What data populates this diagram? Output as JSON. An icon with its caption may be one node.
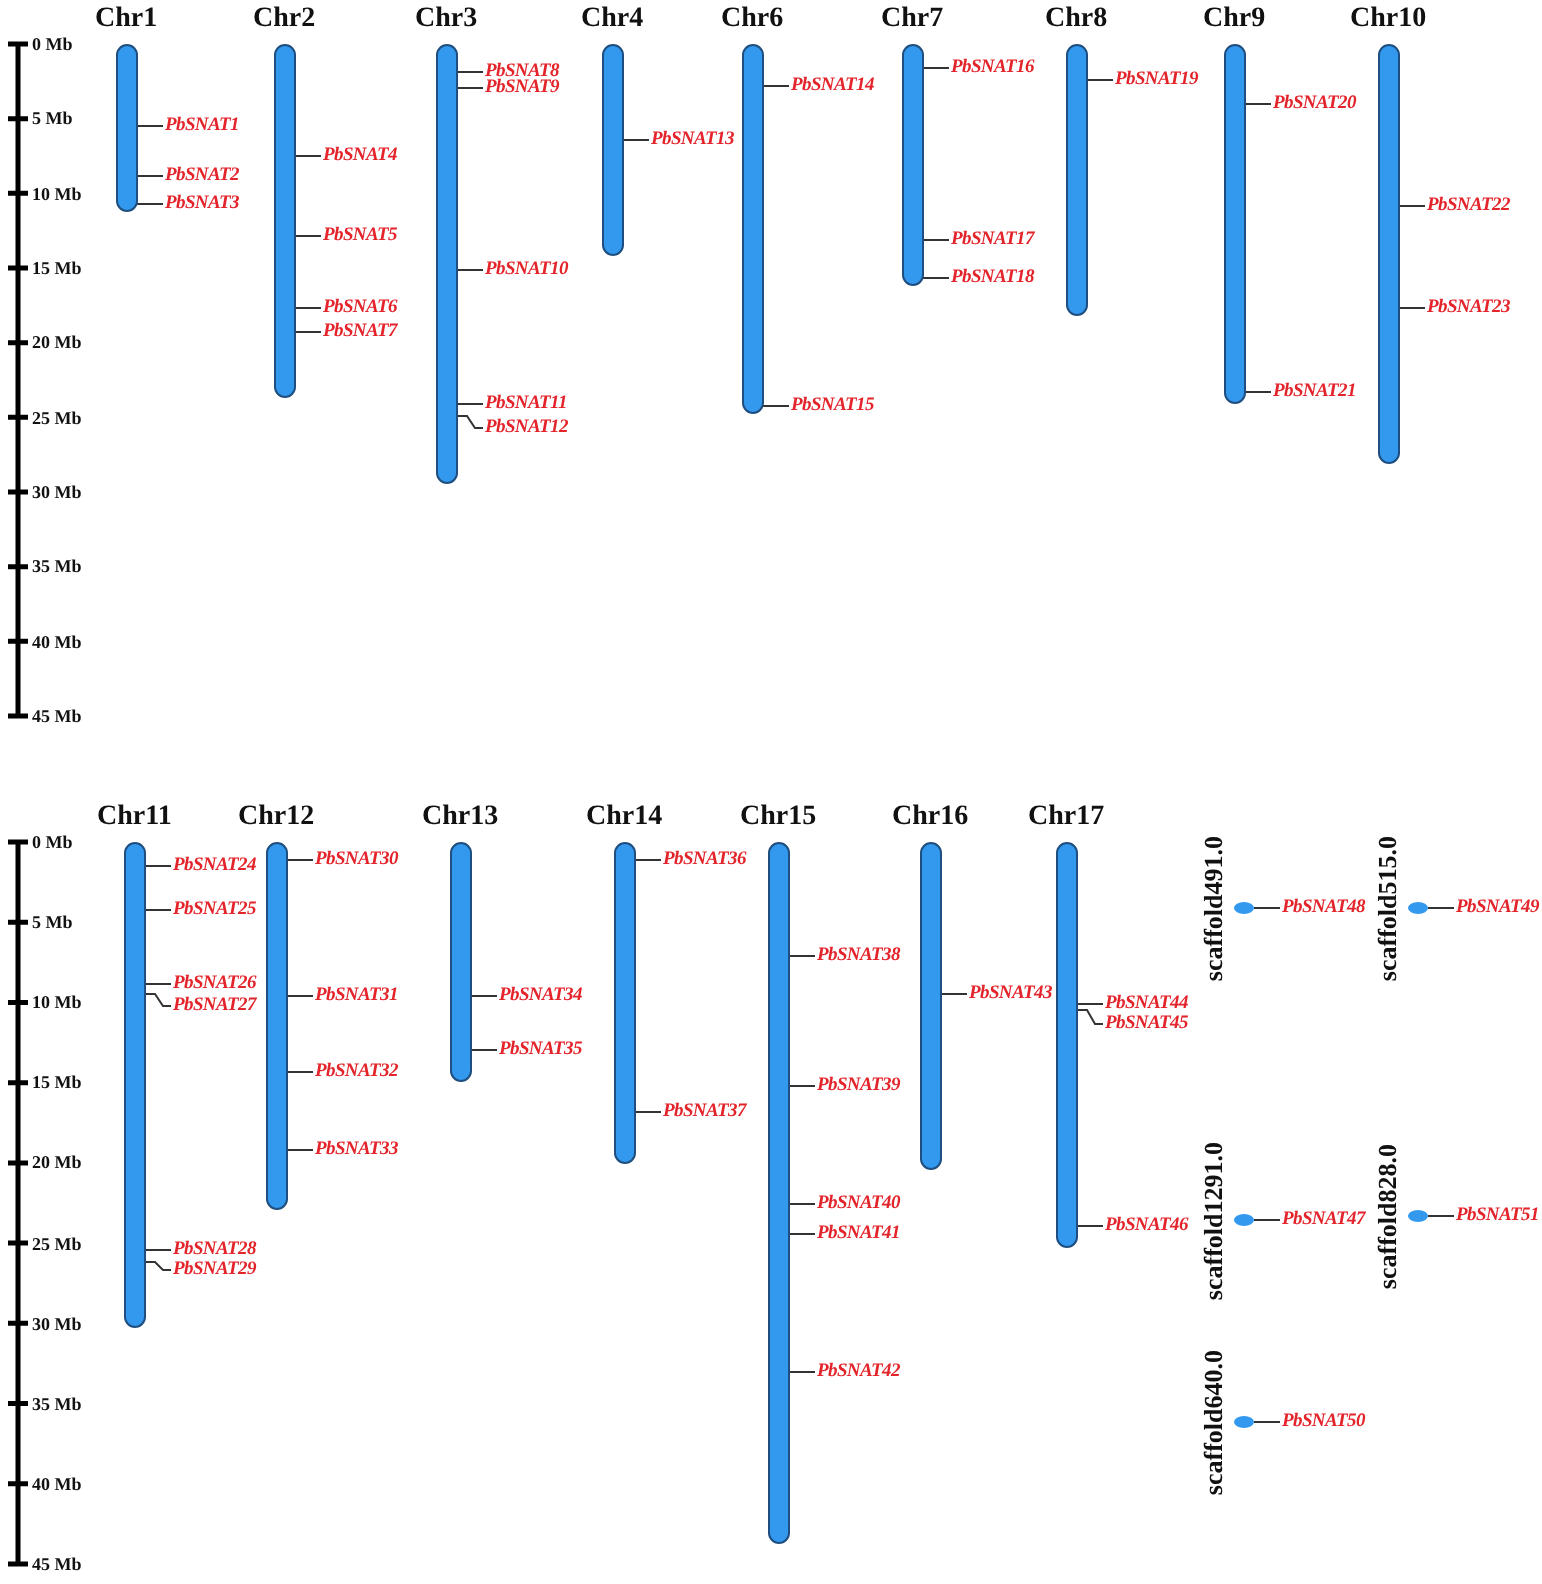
{
  "diagram": {
    "nodes": [
      {
        "text": [
          "Chr1"
        ]
      },
      {
        "text": [
          "PbSNAT1"
        ]
      },
      {
        "text": [
          "PbSNAT2"
        ]
      },
      {
        "text": [
          "PbSNAT3"
        ]
      },
      {
        "text": [
          "Chr2"
        ]
      },
      {
        "text": [
          "PbSNAT4"
        ]
      },
      {
        "text": [
          "PbSNAT5"
        ]
      },
      {
        "text": [
          "PbSNAT6"
        ]
      },
      {
        "text": [
          "PbSNAT7"
        ]
      },
      {
        "text": [
          "Chr3"
        ]
      },
      {
        "text": [
          "PbSNAT8"
        ]
      },
      {
        "text": [
          "PbSNAT9"
        ]
      },
      {
        "text": [
          "PbSNAT10"
        ]
      },
      {
        "text": [
          "PbSNAT11"
        ]
      },
      {
        "text": [
          "PbSNAT12"
        ]
      },
      {
        "text": [
          "Chr4"
        ]
      },
      {
        "text": [
          "PbSNAT13"
        ]
      },
      {
        "text": [
          "Chr6"
        ]
      },
      {
        "text": [
          "PbSNAT14"
        ]
      },
      {
        "text": [
          "PbSNAT15"
        ]
      },
      {
        "text": [
          "Chr7"
        ]
      },
      {
        "text": [
          "PbSNAT16"
        ]
      },
      {
        "text": [
          "PbSNAT17"
        ]
      },
      {
        "text": [
          "PbSNAT18"
        ]
      },
      {
        "text": [
          "Chr8"
        ]
      },
      {
        "text": [
          "PbSNAT19"
        ]
      },
      {
        "text": [
          "Chr9"
        ]
      },
      {
        "text": [
          "PbSNAT20"
        ]
      },
      {
        "text": [
          "PbSNAT21"
        ]
      },
      {
        "text": [
          "Chr10"
        ]
      },
      {
        "text": [
          "PbSNAT22"
        ]
      },
      {
        "text": [
          "PbSNAT23"
        ]
      },
      {
        "text": [
          "Chr11"
        ]
      },
      {
        "text": [
          "PbSNAT24"
        ]
      },
      {
        "text": [
          "PbSNAT25"
        ]
      },
      {
        "text": [
          "PbSNAT26"
        ]
      },
      {
        "text": [
          "PbSNAT27"
        ]
      },
      {
        "text": [
          "PbSNAT28"
        ]
      },
      {
        "text": [
          "PbSNAT29"
        ]
      },
      {
        "text": [
          "Chr12"
        ]
      },
      {
        "text": [
          "PbSNAT30"
        ]
      },
      {
        "text": [
          "PbSNAT31"
        ]
      },
      {
        "text": [
          "PbSNAT32"
        ]
      },
      {
        "text": [
          "PbSNAT33"
        ]
      },
      {
        "text": [
          "Chr13"
        ]
      },
      {
        "text": [
          "PbSNAT34"
        ]
      },
      {
        "text": [
          "PbSNAT35"
        ]
      },
      {
        "text": [
          "Chr14"
        ]
      },
      {
        "text": [
          "PbSNAT36"
        ]
      },
      {
        "text": [
          "PbSNAT37"
        ]
      },
      {
        "text": [
          "Chr15"
        ]
      },
      {
        "text": [
          "PbSNAT38"
        ]
      },
      {
        "text": [
          "PbSNAT39"
        ]
      },
      {
        "text": [
          "PbSNAT40"
        ]
      },
      {
        "text": [
          "PbSNAT41"
        ]
      },
      {
        "text": [
          "PbSNAT42"
        ]
      },
      {
        "text": [
          "Chr16"
        ]
      },
      {
        "text": [
          "PbSNAT43"
        ]
      },
      {
        "text": [
          "Chr17"
        ]
      },
      {
        "text": [
          "PbSNAT44"
        ]
      },
      {
        "text": [
          "PbSNAT45"
        ]
      },
      {
        "text": [
          "PbSNAT46"
        ]
      },
      {
        "text": [
          "scaffold491.0"
        ]
      },
      {
        "text": [
          "PbSNAT48"
        ]
      },
      {
        "text": [
          "scaffold515.0"
        ]
      },
      {
        "text": [
          "PbSNAT49"
        ]
      },
      {
        "text": [
          "scaffold1291.0"
        ]
      },
      {
        "text": [
          "PbSNAT47"
        ]
      },
      {
        "text": [
          "scaffold828.0"
        ]
      },
      {
        "text": [
          "PbSNAT51"
        ]
      },
      {
        "text": [
          "scaffold640.0"
        ]
      },
      {
        "text": [
          "PbSNAT50"
        ]
      }
    ],
    "edges": [
      {
        "from": 1,
        "to": 0,
        "arrow": "none"
      },
      {
        "from": 2,
        "to": 0,
        "arrow": "none"
      },
      {
        "from": 3,
        "to": 0,
        "arrow": "none"
      },
      {
        "from": 5,
        "to": 4,
        "arrow": "none"
      },
      {
        "from": 6,
        "to": 4,
        "arrow": "none"
      },
      {
        "from": 7,
        "to": 4,
        "arrow": "none"
      },
      {
        "from": 8,
        "to": 4,
        "arrow": "none"
      },
      {
        "from": 10,
        "to": 9,
        "arrow": "none"
      },
      {
        "from": 11,
        "to": 9,
        "arrow": "none"
      },
      {
        "from": 12,
        "to": 9,
        "arrow": "none"
      },
      {
        "from": 13,
        "to": 9,
        "arrow": "none"
      },
      {
        "from": 14,
        "to": 9,
        "arrow": "none"
      },
      {
        "from": 16,
        "to": 15,
        "arrow": "none"
      },
      {
        "from": 18,
        "to": 17,
        "arrow": "none"
      },
      {
        "from": 19,
        "to": 17,
        "arrow": "none"
      },
      {
        "from": 21,
        "to": 20,
        "arrow": "none"
      },
      {
        "from": 22,
        "to": 20,
        "arrow": "none"
      },
      {
        "from": 23,
        "to": 20,
        "arrow": "none"
      },
      {
        "from": 25,
        "to": 24,
        "arrow": "none"
      },
      {
        "from": 27,
        "to": 26,
        "arrow": "none"
      },
      {
        "from": 28,
        "to": 26,
        "arrow": "none"
      },
      {
        "from": 30,
        "to": 29,
        "arrow": "none"
      },
      {
        "from": 31,
        "to": 29,
        "arrow": "none"
      },
      {
        "from": 33,
        "to": 32,
        "arrow": "none"
      },
      {
        "from": 34,
        "to": 32,
        "arrow": "none"
      },
      {
        "from": 35,
        "to": 32,
        "arrow": "none"
      },
      {
        "from": 36,
        "to": 32,
        "arrow": "none"
      },
      {
        "from": 37,
        "to": 32,
        "arrow": "none"
      },
      {
        "from": 38,
        "to": 32,
        "arrow": "none"
      },
      {
        "from": 40,
        "to": 39,
        "arrow": "none"
      },
      {
        "from": 41,
        "to": 39,
        "arrow": "none"
      },
      {
        "from": 42,
        "to": 39,
        "arrow": "none"
      },
      {
        "from": 43,
        "to": 39,
        "arrow": "none"
      },
      {
        "from": 45,
        "to": 44,
        "arrow": "none"
      },
      {
        "from": 46,
        "to": 44,
        "arrow": "none"
      },
      {
        "from": 48,
        "to": 47,
        "arrow": "none"
      },
      {
        "from": 49,
        "to": 47,
        "arrow": "none"
      },
      {
        "from": 51,
        "to": 50,
        "arrow": "none"
      },
      {
        "from": 52,
        "to": 50,
        "arrow": "none"
      },
      {
        "from": 53,
        "to": 50,
        "arrow": "none"
      },
      {
        "from": 54,
        "to": 50,
        "arrow": "none"
      },
      {
        "from": 55,
        "to": 50,
        "arrow": "none"
      },
      {
        "from": 57,
        "to": 56,
        "arrow": "none"
      },
      {
        "from": 59,
        "to": 58,
        "arrow": "none"
      },
      {
        "from": 60,
        "to": 58,
        "arrow": "none"
      },
      {
        "from": 61,
        "to": 58,
        "arrow": "none"
      },
      {
        "from": 63,
        "to": 62,
        "arrow": "none"
      },
      {
        "from": 65,
        "to": 64,
        "arrow": "none"
      },
      {
        "from": 67,
        "to": 66,
        "arrow": "none"
      },
      {
        "from": 69,
        "to": 68,
        "arrow": "none"
      },
      {
        "from": 71,
        "to": 70,
        "arrow": "none"
      }
    ],
    "labels": [
      "0 Mb",
      "5 Mb",
      "10 Mb",
      "15 Mb",
      "20 Mb",
      "25 Mb",
      "30 Mb",
      "35 Mb",
      "40 Mb",
      "45 Mb",
      "0 Mb",
      "5 Mb",
      "10 Mb",
      "15 Mb",
      "20 Mb",
      "25 Mb",
      "30 Mb",
      "35 Mb",
      "40 Mb",
      "45 Mb"
    ]
  }
}
